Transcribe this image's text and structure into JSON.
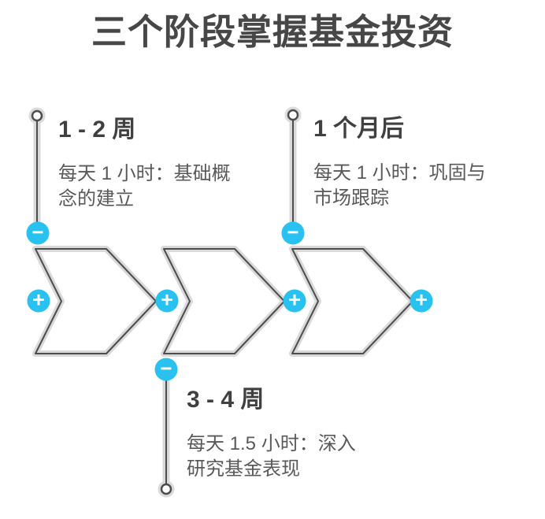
{
  "title": "三个阶段掌握基金投资",
  "colors": {
    "accent_cyan": "#29c2f0",
    "outline_gray": "#d9d9d9",
    "dark_line": "#4d4d4d",
    "heading_text": "#404040",
    "body_text": "#595959",
    "background": "#ffffff"
  },
  "stages": [
    {
      "heading": "1 - 2 周",
      "lines": [
        "每天 1 小时：基础概",
        "念的建立"
      ],
      "callout_position": "above"
    },
    {
      "heading": "3 - 4 周",
      "lines": [
        "每天 1.5 小时：深入",
        "研究基金表现"
      ],
      "callout_position": "below"
    },
    {
      "heading": "1 个月后",
      "lines": [
        "每天 1 小时：巩固与",
        "市场跟踪"
      ],
      "callout_position": "above"
    }
  ],
  "markers": {
    "plus": "+",
    "minus": "−"
  }
}
